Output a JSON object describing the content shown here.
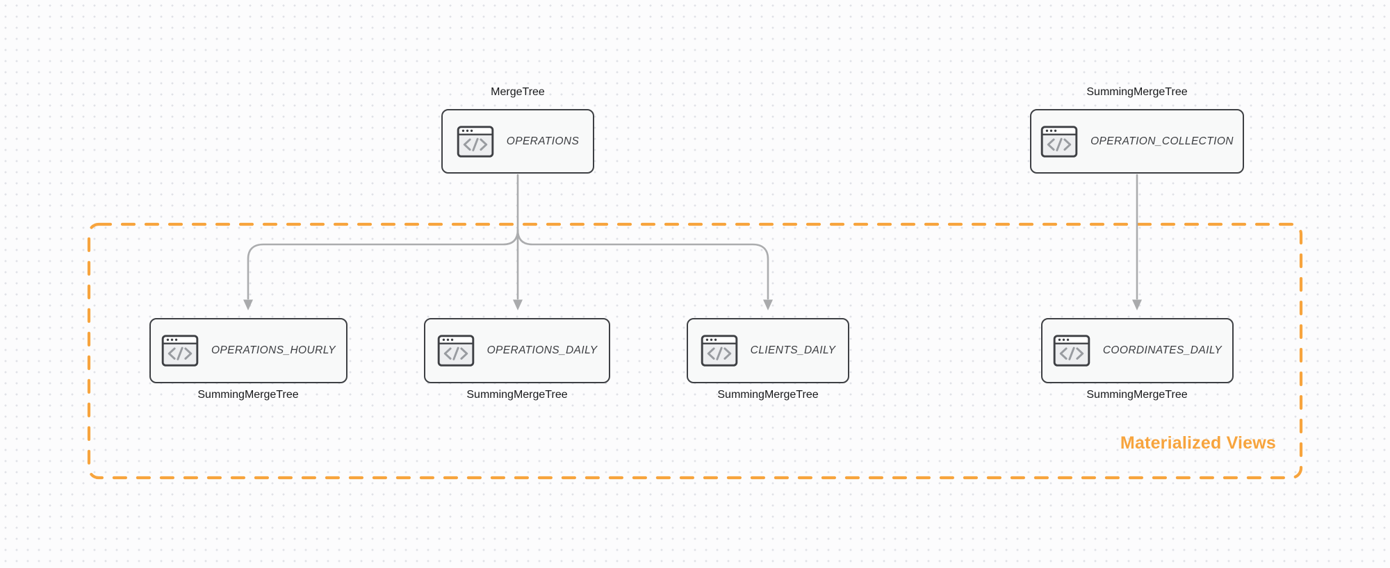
{
  "diagram": {
    "region": {
      "label": "Materialized Views"
    },
    "colors": {
      "accent_orange": "#F7A43D",
      "arrow_gray": "#ABACAE",
      "node_border": "#3E4044",
      "node_fill": "#F8F9F9"
    },
    "nodes": [
      {
        "id": "operations",
        "name": "OPERATIONS",
        "engine": "MergeTree",
        "engine_label_position": "top",
        "icon": "code-window-icon"
      },
      {
        "id": "operation-collection",
        "name": "OPERATION_COLLECTION",
        "engine": "SummingMergeTree",
        "engine_label_position": "top",
        "icon": "code-window-icon"
      },
      {
        "id": "operations-hourly",
        "name": "OPERATIONS_HOURLY",
        "engine": "SummingMergeTree",
        "engine_label_position": "bottom",
        "icon": "code-window-icon"
      },
      {
        "id": "operations-daily",
        "name": "OPERATIONS_DAILY",
        "engine": "SummingMergeTree",
        "engine_label_position": "bottom",
        "icon": "code-window-icon"
      },
      {
        "id": "clients-daily",
        "name": "CLIENTS_DAILY",
        "engine": "SummingMergeTree",
        "engine_label_position": "bottom",
        "icon": "code-window-icon"
      },
      {
        "id": "coordinates-daily",
        "name": "COORDINATES_DAILY",
        "engine": "SummingMergeTree",
        "engine_label_position": "bottom",
        "icon": "code-window-icon"
      }
    ],
    "edges": [
      {
        "from": "OPERATIONS",
        "to": "OPERATIONS_HOURLY"
      },
      {
        "from": "OPERATIONS",
        "to": "OPERATIONS_DAILY"
      },
      {
        "from": "OPERATIONS",
        "to": "CLIENTS_DAILY"
      },
      {
        "from": "OPERATION_COLLECTION",
        "to": "COORDINATES_DAILY"
      }
    ]
  }
}
